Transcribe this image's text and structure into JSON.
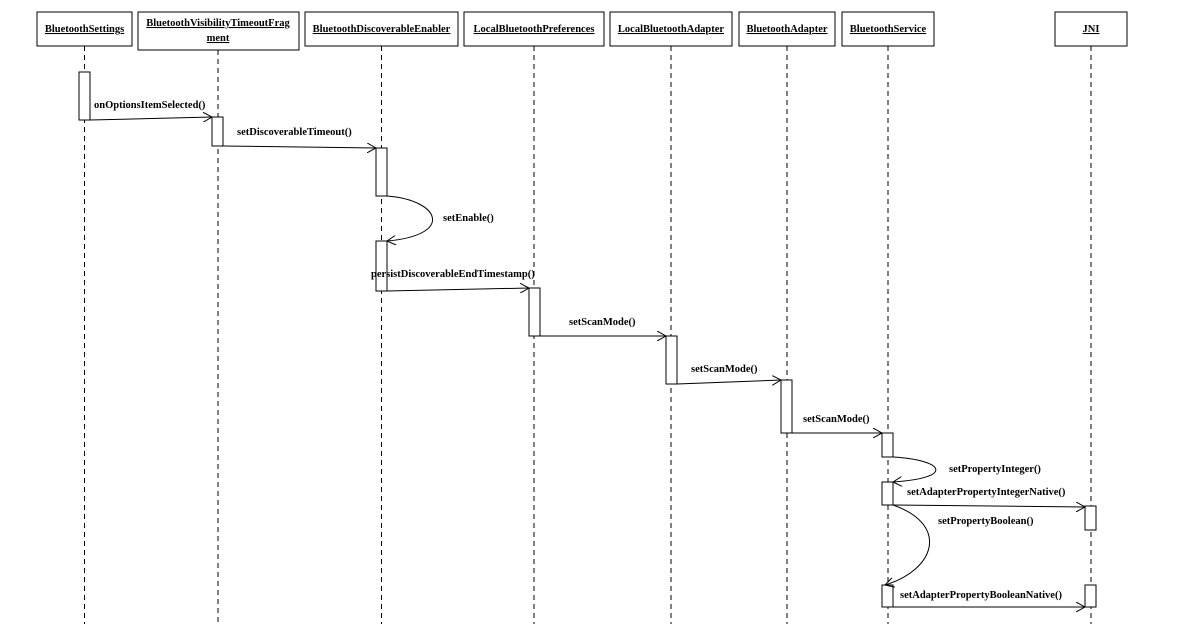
{
  "participants": [
    {
      "id": "bluetooth-settings",
      "lines": [
        "BluetoothSettings"
      ]
    },
    {
      "id": "visibility-timeout-fragment",
      "lines": [
        "BluetoothVisibilityTimeoutFrag",
        "ment"
      ]
    },
    {
      "id": "discoverable-enabler",
      "lines": [
        "BluetoothDiscoverableEnabler"
      ]
    },
    {
      "id": "local-bluetooth-preferences",
      "lines": [
        "LocalBluetoothPreferences"
      ]
    },
    {
      "id": "local-bluetooth-adapter",
      "lines": [
        "LocalBluetoothAdapter"
      ]
    },
    {
      "id": "bluetooth-adapter",
      "lines": [
        "BluetoothAdapter"
      ]
    },
    {
      "id": "bluetooth-service",
      "lines": [
        "BluetoothService"
      ]
    },
    {
      "id": "jni",
      "lines": [
        "JNI"
      ]
    }
  ],
  "messages": [
    {
      "id": "on-options-item-selected",
      "label": "onOptionsItemSelected()"
    },
    {
      "id": "set-discoverable-timeout",
      "label": "setDiscoverableTimeout()"
    },
    {
      "id": "set-enable",
      "label": "setEnable()"
    },
    {
      "id": "persist-discoverable-end-timestamp",
      "label": "persistDiscoverableEndTimestamp()"
    },
    {
      "id": "set-scan-mode-1",
      "label": "setScanMode()"
    },
    {
      "id": "set-scan-mode-2",
      "label": "setScanMode()"
    },
    {
      "id": "set-scan-mode-3",
      "label": "setScanMode()"
    },
    {
      "id": "set-property-integer",
      "label": "setPropertyInteger()"
    },
    {
      "id": "set-adapter-property-integer-native",
      "label": "setAdapterPropertyIntegerNative()"
    },
    {
      "id": "set-property-boolean",
      "label": "setPropertyBoolean()"
    },
    {
      "id": "set-adapter-property-boolean-native",
      "label": "setAdapterPropertyBooleanNative()"
    }
  ]
}
